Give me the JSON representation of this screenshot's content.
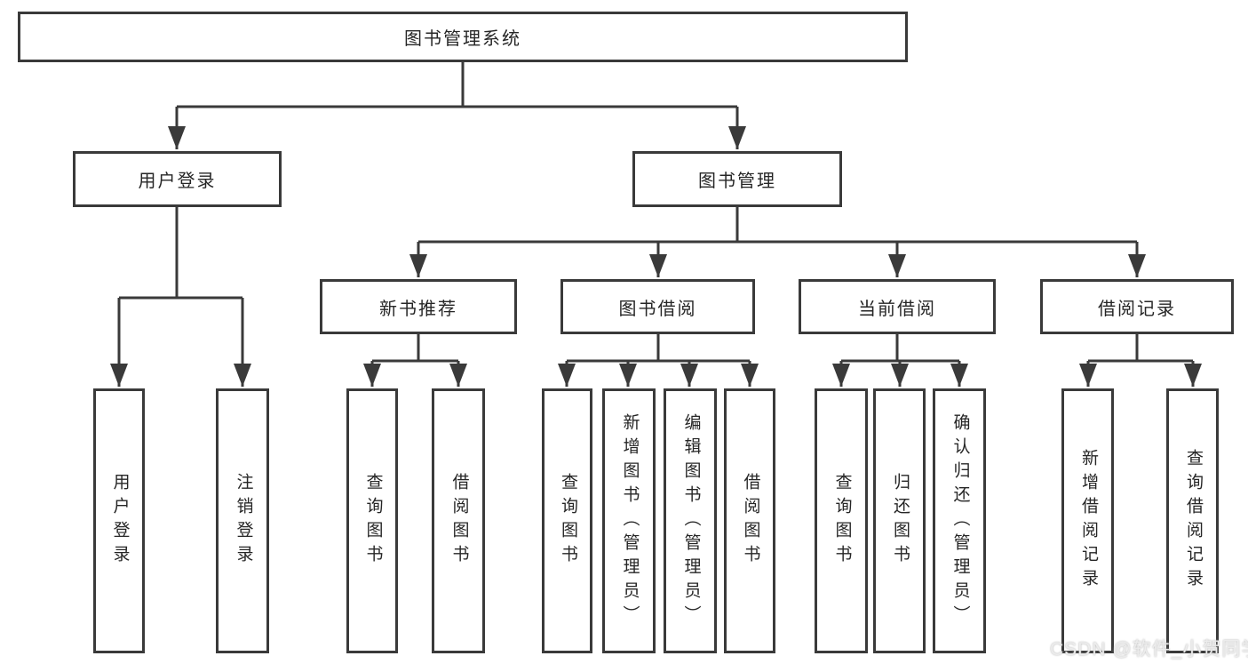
{
  "diagram": {
    "root": {
      "label": "图书管理系统"
    },
    "branches": [
      {
        "label": "用户登录",
        "children": [
          {
            "label": "用户登录"
          },
          {
            "label": "注销登录"
          }
        ]
      },
      {
        "label": "图书管理",
        "children": [
          {
            "label": "新书推荐",
            "children": [
              {
                "label": "查询图书"
              },
              {
                "label": "借阅图书"
              }
            ]
          },
          {
            "label": "图书借阅",
            "children": [
              {
                "label": "查询图书"
              },
              {
                "label": "新增图书（管理员）"
              },
              {
                "label": "编辑图书（管理员）"
              },
              {
                "label": "借阅图书"
              }
            ]
          },
          {
            "label": "当前借阅",
            "children": [
              {
                "label": "查询图书"
              },
              {
                "label": "归还图书"
              },
              {
                "label": "确认归还（管理员）"
              }
            ]
          },
          {
            "label": "借阅记录",
            "children": [
              {
                "label": "新增借阅记录"
              },
              {
                "label": "查询借阅记录"
              }
            ]
          }
        ]
      }
    ]
  },
  "watermark": {
    "text": "CSDN @软件_小贺同学"
  },
  "colors": {
    "line": "#3a3a3a",
    "box_border": "#3a3a3a",
    "text": "#262626",
    "background": "#ffffff",
    "watermark": "#ececec"
  }
}
